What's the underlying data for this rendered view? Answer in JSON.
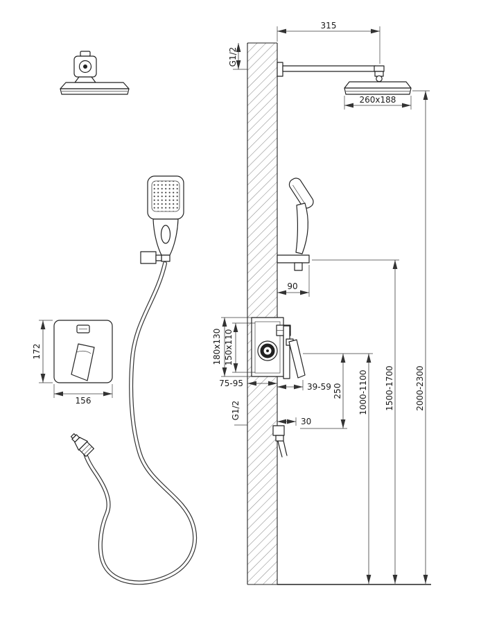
{
  "diagram": {
    "kind": "shower-system-installation-drawing",
    "line_color": "#222222",
    "dim_color": "#3a3a3a",
    "background": "#ffffff"
  },
  "dims": {
    "arm_reach": "315",
    "thread_top": "G1/2",
    "head_size": "260x188",
    "handshower_offset": "90",
    "box_outer": "180x130",
    "box_inner": "150x110",
    "embed_depth": "75-95",
    "handle_projection": "39-59",
    "outlet_drop": "250",
    "mixer_height": "1000-1100",
    "handshower_height": "1500-1700",
    "headshower_height": "2000-2300",
    "thread_bottom": "G1/2",
    "outlet_projection": "30",
    "plate_height": "172",
    "plate_width": "156"
  }
}
